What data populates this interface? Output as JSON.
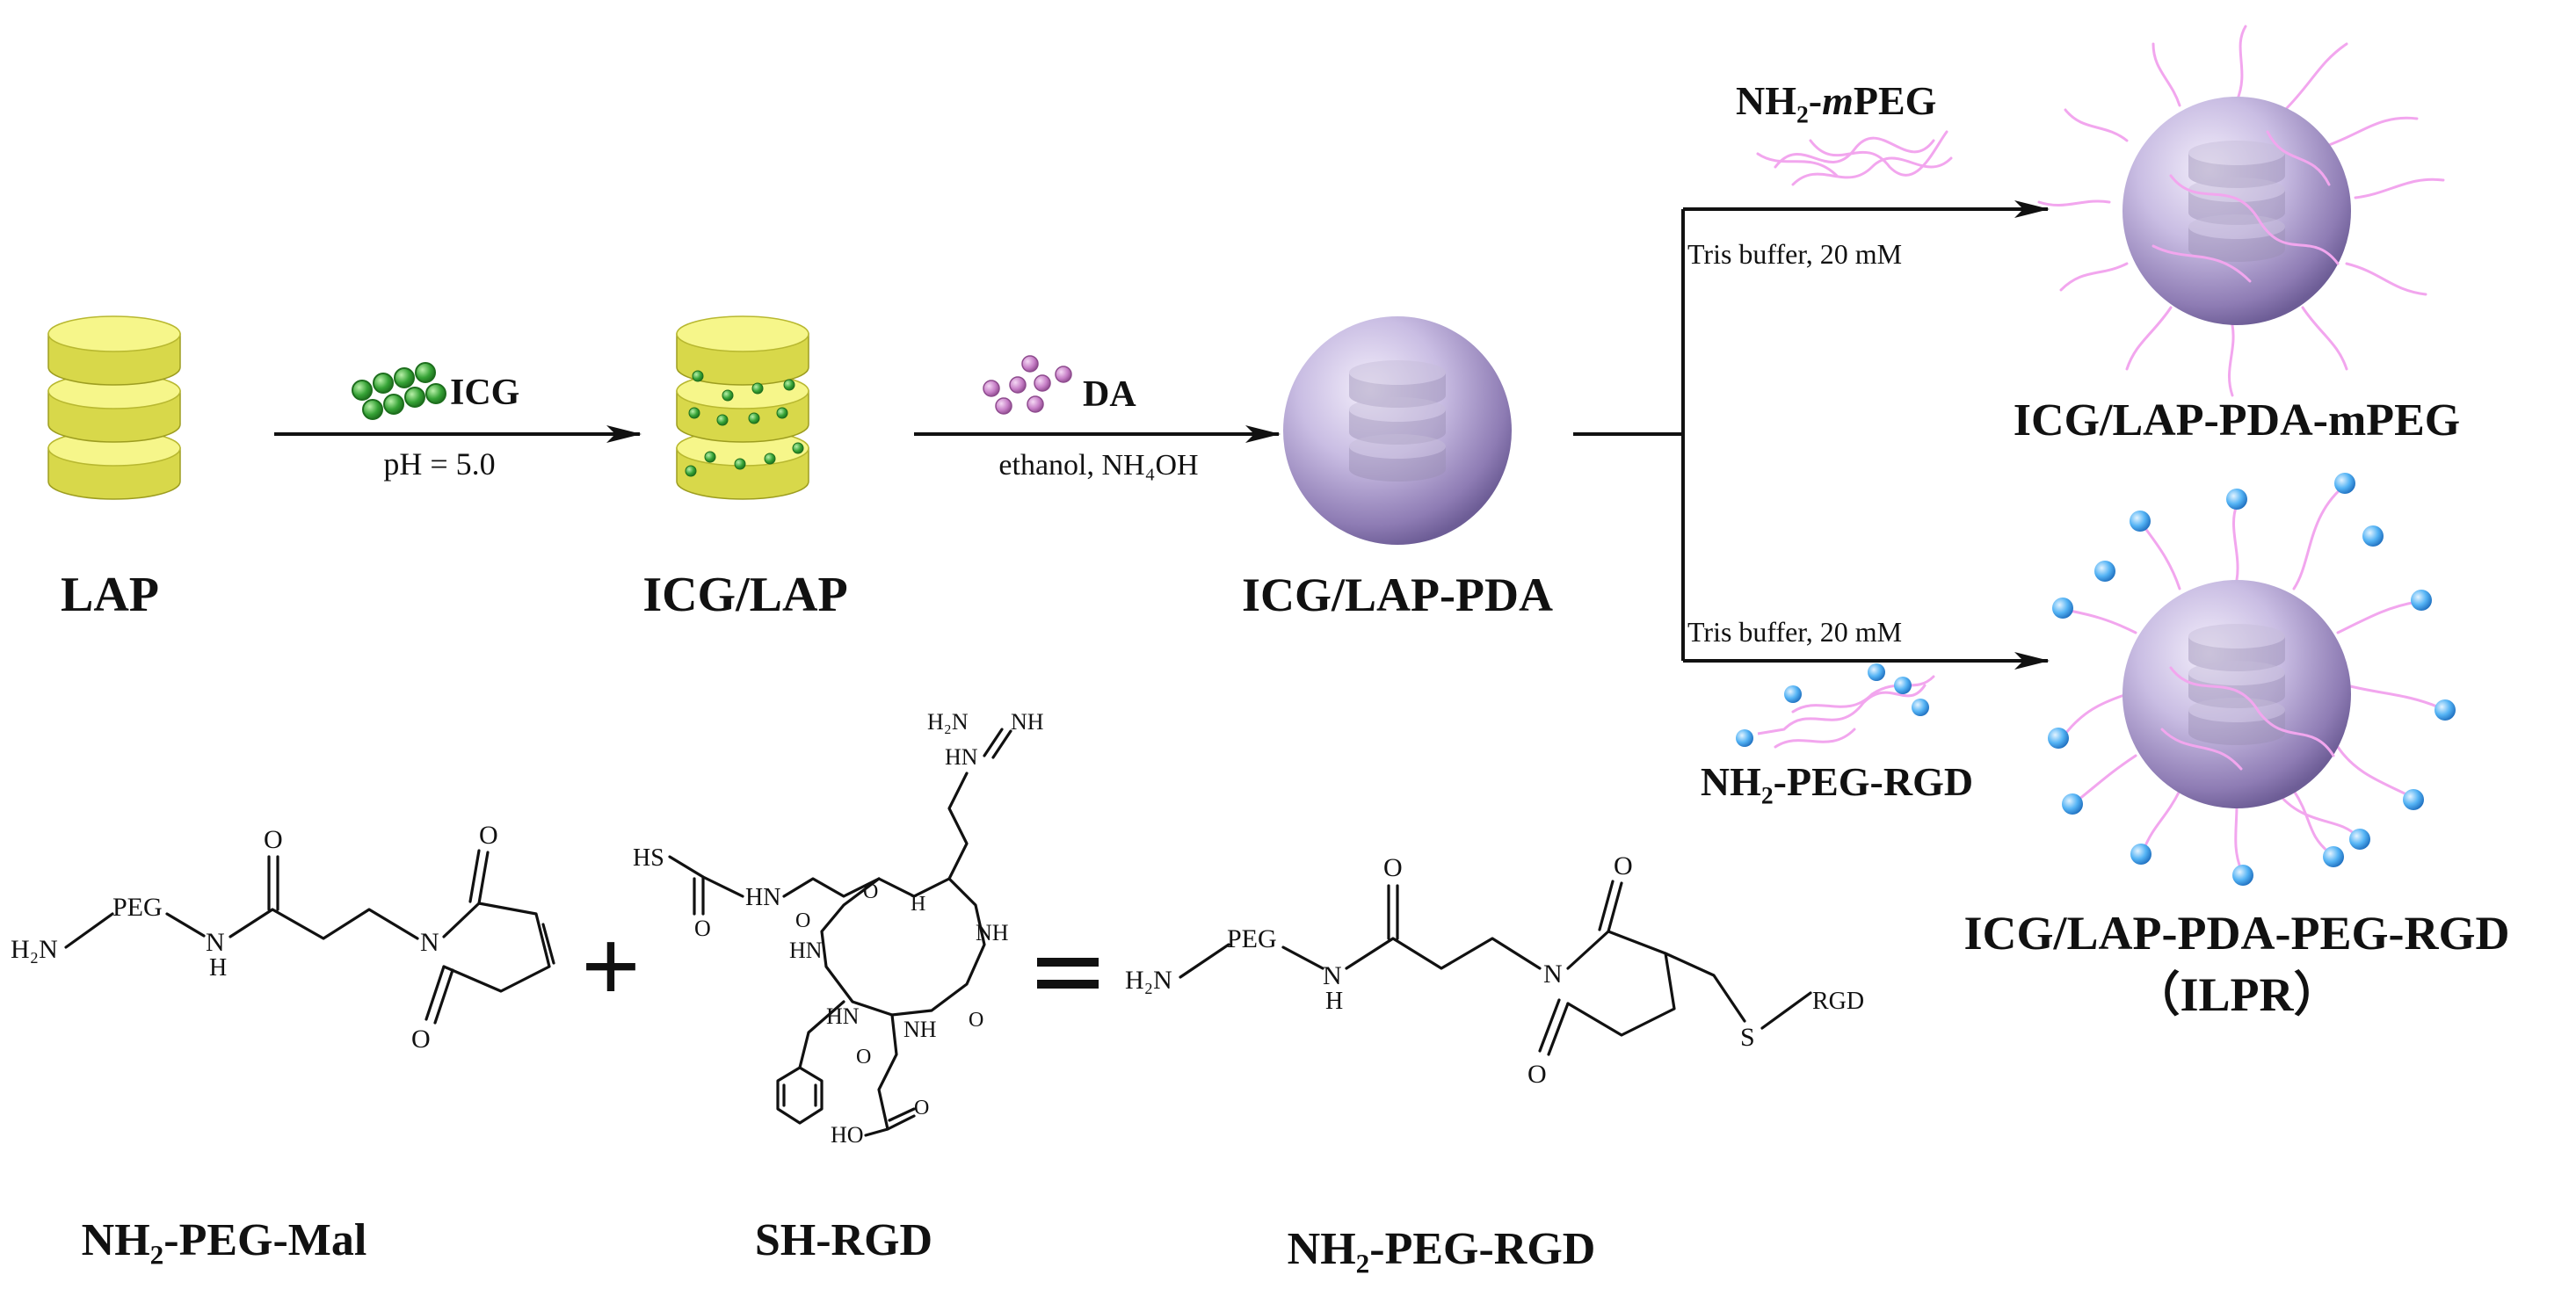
{
  "labels": {
    "lap": "LAP",
    "icg_lap": "ICG/LAP",
    "icg_lap_pda": "ICG/LAP-PDA",
    "icg_lap_pda_mpeg": "ICG/LAP-PDA-mPEG",
    "ilpr_full": "ICG/LAP-PDA-PEG-RGD",
    "ilpr_short": "（ILPR）",
    "nh2_peg_mal": "NH₂-PEG-Mal",
    "sh_rgd": "SH-RGD",
    "nh2_peg_rgd": "NH₂-PEG-RGD",
    "nh2_peg_rgd_reagent": "NH₂-PEG-RGD"
  },
  "conditions": {
    "step1_reagent": "ICG",
    "step1_condition": "pH = 5.0",
    "step2_reagent": "DA",
    "step2_condition": "ethanol, NH₄OH",
    "upper_reagent_prefix": "NH₂-",
    "upper_reagent_italic": "m",
    "upper_reagent_suffix": "PEG",
    "upper_condition": "Tris buffer, 20 mM",
    "lower_condition": "Tris buffer, 20 mM"
  },
  "operators": {
    "plus": "+",
    "equals": "="
  },
  "chem_text": {
    "h2n": "H₂N",
    "peg": "PEG",
    "n": "N",
    "h": "H",
    "o": "O",
    "hs": "HS",
    "hn": "HN",
    "nh": "NH",
    "h2n_guan": "H₂N",
    "nh_guan": "NH",
    "ho": "HO",
    "s": "S",
    "rgd": "RGD"
  },
  "colors": {
    "lap_disk": "#f4f47a",
    "lap_disk_dark": "#c9c932",
    "icg_green": "#3daa3d",
    "da_purple": "#c77fc7",
    "pda_sphere": "#b9a7d8",
    "peg_chain": "#f2a6ee",
    "rgd_blue": "#2f8fe0"
  },
  "icons": [
    "icg-dots-icon",
    "da-dots-icon",
    "lap-disk-icon",
    "pda-sphere-icon",
    "peg-chain-icon",
    "rgd-bead-icon"
  ]
}
